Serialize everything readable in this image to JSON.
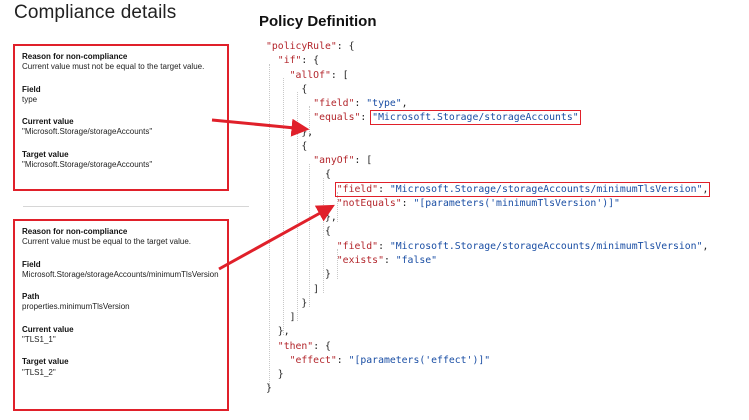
{
  "header": {
    "compliance_title": "Compliance details",
    "policy_title": "Policy Definition"
  },
  "panel1": {
    "reason_label": "Reason for non-compliance",
    "reason_value": "Current value must not be equal to the target value.",
    "field_label": "Field",
    "field_value": "type",
    "current_label": "Current value",
    "current_value": "\"Microsoft.Storage/storageAccounts\"",
    "target_label": "Target value",
    "target_value": "\"Microsoft.Storage/storageAccounts\""
  },
  "panel2": {
    "reason_label": "Reason for non-compliance",
    "reason_value": "Current value must be equal to the target value.",
    "field_label": "Field",
    "field_value": "Microsoft.Storage/storageAccounts/minimumTlsVersion",
    "path_label": "Path",
    "path_value": "properties.minimumTlsVersion",
    "current_label": "Current value",
    "current_value": "\"TLS1_1\"",
    "target_label": "Target value",
    "target_value": "\"TLS1_2\""
  },
  "code": {
    "policyRule": "\"policyRule\"",
    "if": "\"if\"",
    "allOf": "\"allOf\"",
    "field": "\"field\"",
    "type_str": "\"type\"",
    "equals": "\"equals\"",
    "storage_accounts": "\"Microsoft.Storage/storageAccounts\"",
    "anyOf": "\"anyOf\"",
    "min_tls": "\"Microsoft.Storage/storageAccounts/minimumTlsVersion\"",
    "notEquals": "\"notEquals\"",
    "param_min_tls": "\"[parameters('minimumTlsVersion')]\"",
    "exists": "\"exists\"",
    "false_str": "\"false\"",
    "then": "\"then\"",
    "effect": "\"effect\"",
    "param_effect": "\"[parameters('effect')]\""
  },
  "colors": {
    "highlight": "#e0202a",
    "json_key": "#b3262c",
    "json_string": "#1a4ea4"
  }
}
